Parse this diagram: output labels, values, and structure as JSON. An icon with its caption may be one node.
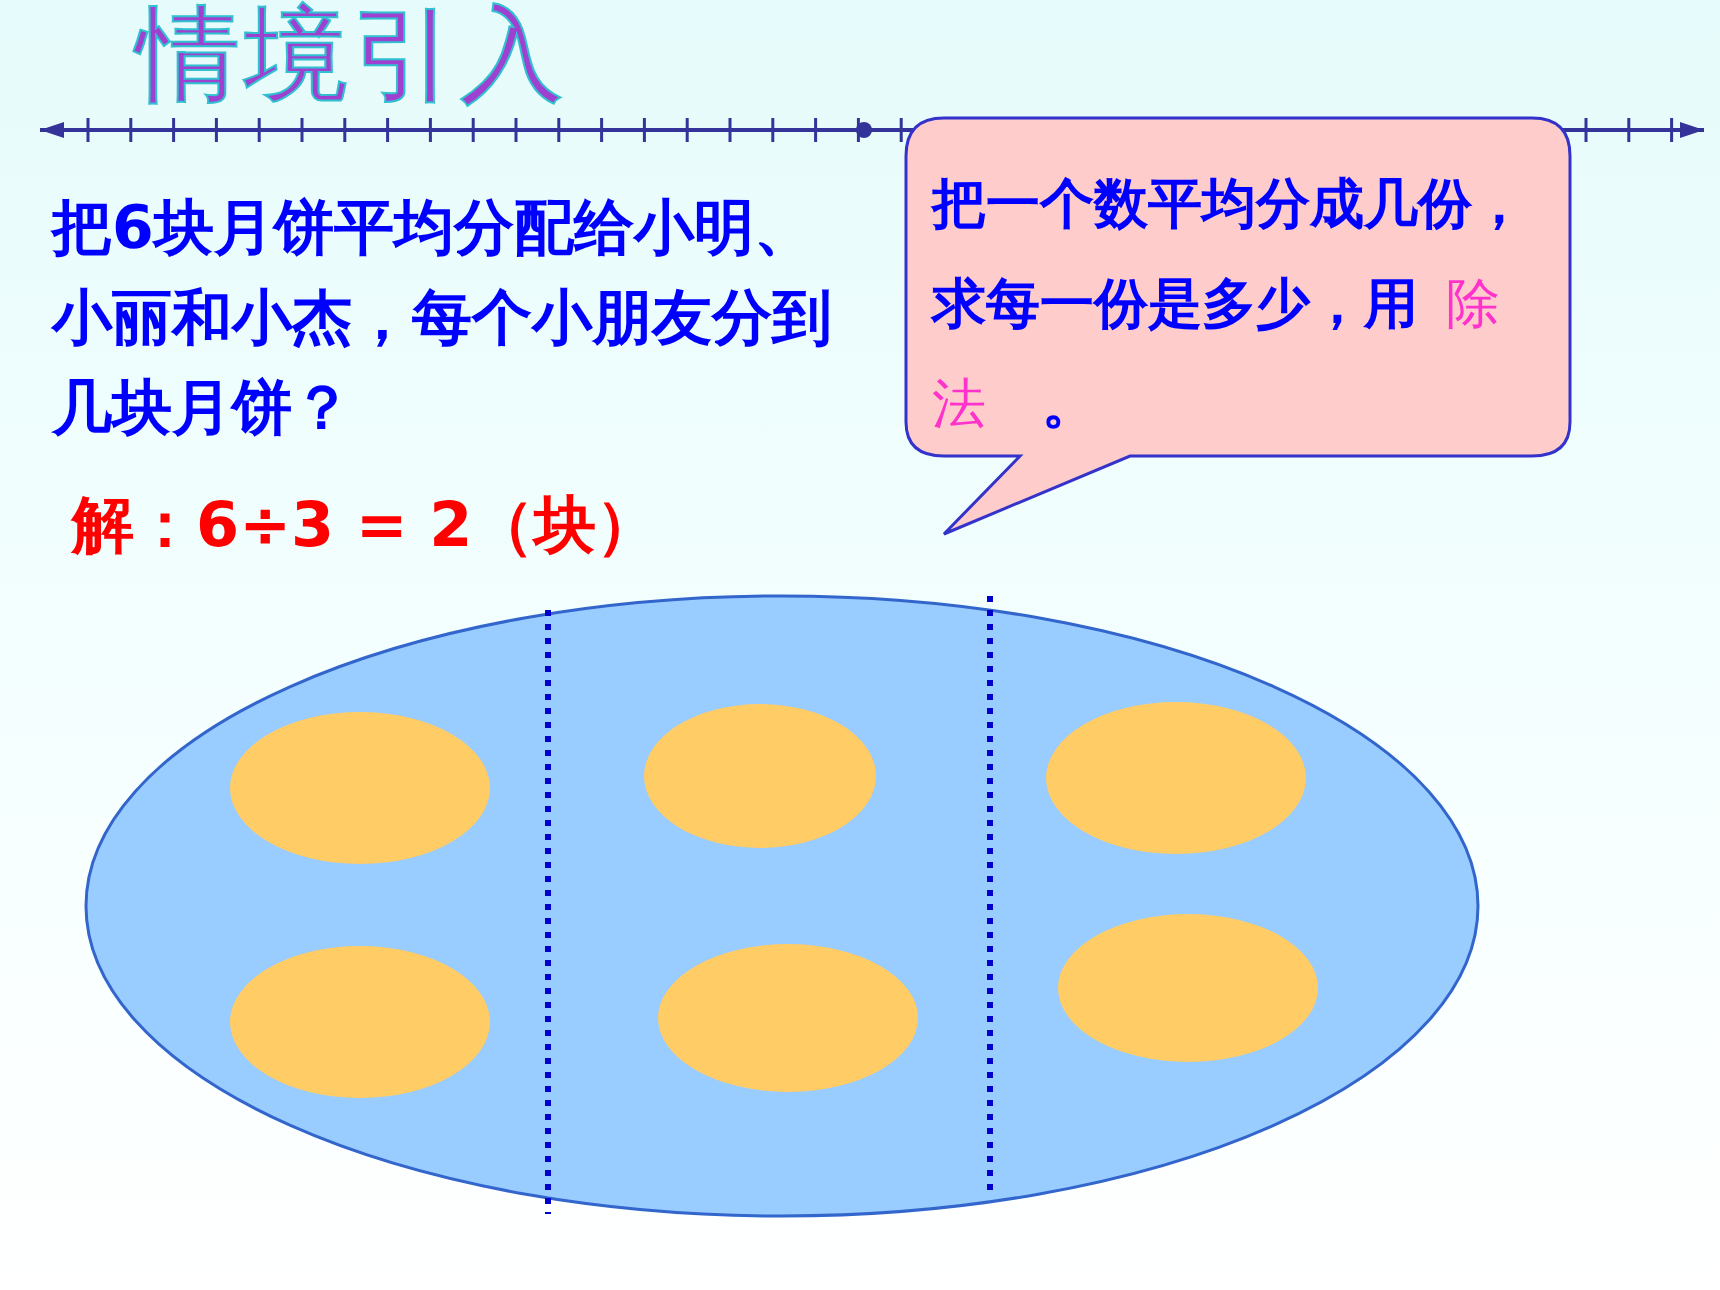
{
  "diagram": {
    "title": "情境引入",
    "nodes": [
      {
        "text": [
          "把一个数平均分成几份，求每一份是多少，用",
          "除法",
          "。"
        ]
      }
    ],
    "labels": [
      "把6块月饼平均分配给小明、小丽和小杰，每个小朋友分到几块月饼？",
      "解：6÷3 = 2（块）"
    ]
  }
}
